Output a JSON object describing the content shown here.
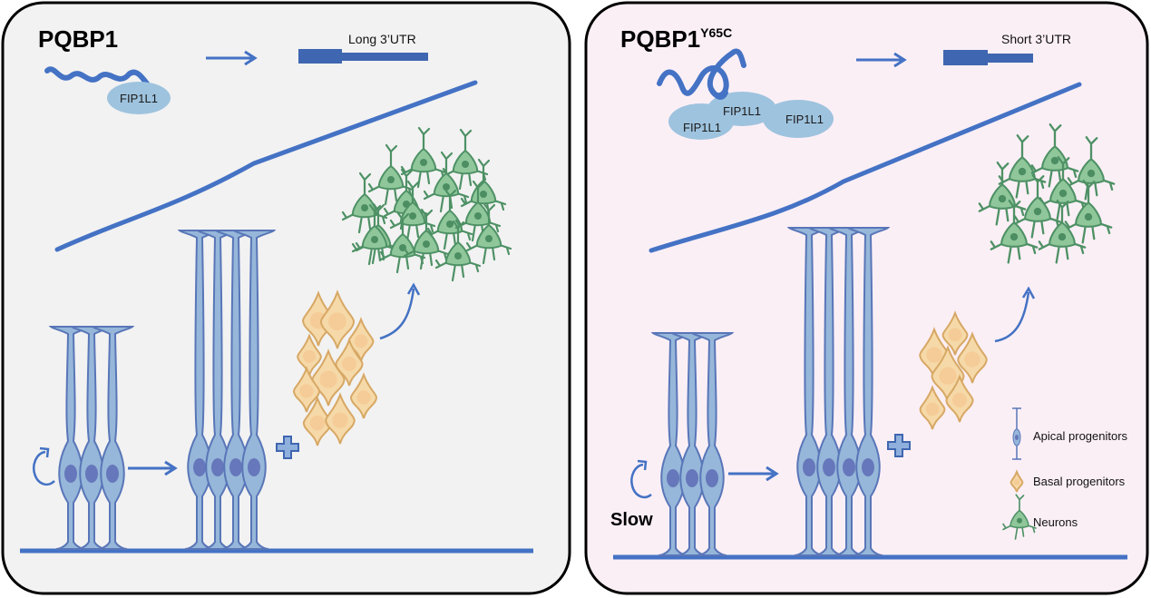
{
  "colors": {
    "left_bg": "#f2f2f2",
    "right_bg": "#fbeff6",
    "border": "#000000",
    "protein_blue": "#4472c4",
    "fip_fill": "#9ec3de",
    "utr_blue": "#3f66b0",
    "apical_fill": "#96b7d9",
    "apical_stroke": "#5976b8",
    "nucleus": "#6677bb",
    "basal_fill": "#f6d9a8",
    "basal_stroke": "#d7a865",
    "neuron_fill": "#8fc79a",
    "neuron_stroke": "#4e9165",
    "neuron_nucleus": "#4c8e62"
  },
  "panels": [
    {
      "id": "wild-type",
      "title": "PQBP1",
      "title_superscript": "",
      "fip_labels": [
        "FIP1L1"
      ],
      "utr_label": "Long 3’UTR",
      "utr_type": "long",
      "rate_label": ""
    },
    {
      "id": "mutant",
      "title": "PQBP1",
      "title_superscript": "Y65C",
      "fip_labels": [
        "FIP1L1",
        "FIP1L1",
        "FIP1L1"
      ],
      "utr_label": "Short 3’UTR",
      "utr_type": "short",
      "rate_label": "Slow"
    }
  ],
  "legend": {
    "items": [
      {
        "icon": "apical-progenitor-icon",
        "label": "Apical progenitors"
      },
      {
        "icon": "basal-progenitor-icon",
        "label": "Basal progenitors"
      },
      {
        "icon": "neuron-icon",
        "label": "Neurons"
      }
    ]
  }
}
